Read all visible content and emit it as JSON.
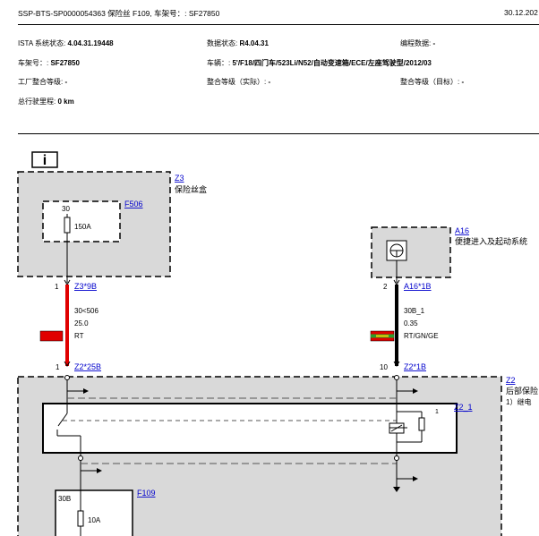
{
  "header": {
    "doc_title": "SSP-BTS-SP0000054363 保险丝 F109, 车架号：: SF27850",
    "date": "30.12.202"
  },
  "info": {
    "ista_label": "ISTA 系统状态:",
    "ista_value": "4.04.31.19448",
    "data_label": "数据状态:",
    "data_value": "R4.04.31",
    "prog_label": "编程数据:",
    "prog_value": "-",
    "vin_label": "车架号：:",
    "vin_value": "SF27850",
    "vehicle_label": "车辆：:",
    "vehicle_value": "5'/F18/四门车/523Li/N52/自动变速箱/ECE/左座驾驶型/2012/03",
    "factory_label": "工厂整合等级:",
    "factory_value": "-",
    "actual_label": "整合等级（实际）:",
    "actual_value": "-",
    "target_label": "整合等级（目标）:",
    "target_value": "-",
    "mileage_label": "总行驶里程:",
    "mileage_value": "0 km"
  },
  "diagram": {
    "info_icon": "i",
    "z3": {
      "id": "Z3",
      "name": "保险丝盒"
    },
    "f506": {
      "id": "F506",
      "pin": "30",
      "rating": "150A"
    },
    "a16": {
      "id": "A16",
      "name": "便捷进入及起动系统"
    },
    "wire_left": {
      "top_pin": "1",
      "top_conn": "Z3*9B",
      "signal": "30<506",
      "size": "25.0",
      "color": "RT",
      "bottom_pin": "1",
      "bottom_conn": "Z2*25B",
      "swatch_colors": [
        "#e00000"
      ]
    },
    "wire_right": {
      "top_pin": "2",
      "top_conn": "A16*1B",
      "signal": "30B_1",
      "size": "0.35",
      "color": "RT/GN/GE",
      "bottom_pin": "10",
      "bottom_conn": "Z2*1B",
      "swatch_colors": [
        "#e00000",
        "#2a9d2a",
        "#f5d000"
      ]
    },
    "z2": {
      "id": "Z2",
      "name": "后部保险",
      "note": "1）继电"
    },
    "z2_1": {
      "id": "Z2_1",
      "pin": "1"
    },
    "f109": {
      "id": "F109",
      "pin": "30B",
      "rating": "10A"
    },
    "colors": {
      "wire_red": "#e00000",
      "link": "#0000cc",
      "box_fill": "#d9d9d9"
    }
  }
}
